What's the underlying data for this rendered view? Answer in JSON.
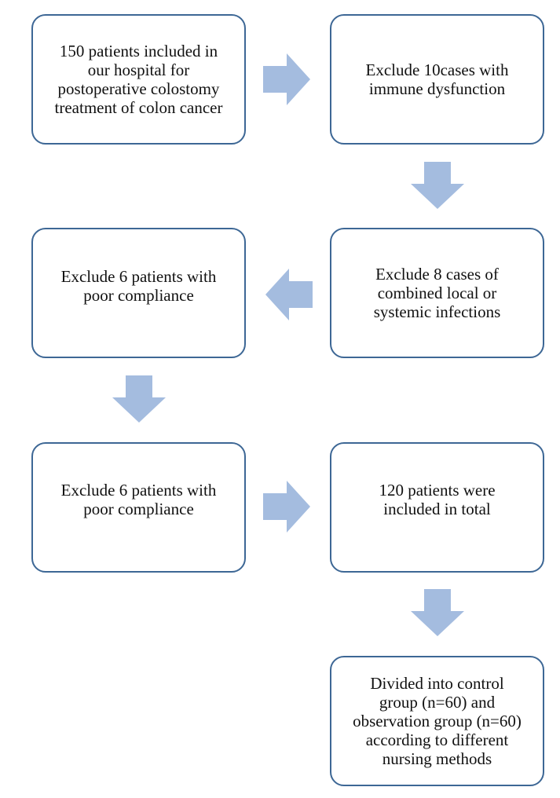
{
  "flowchart": {
    "arrow_color": "#a4bcdf",
    "border_color": "#3d6795",
    "boxes": [
      {
        "id": "initial",
        "text": "150 patients included in\nour hospital for\npostoperative colostomy\ntreatment of colon cancer"
      },
      {
        "id": "exclude-immune",
        "text": "Exclude 10cases with\nimmune dysfunction"
      },
      {
        "id": "exclude-infections",
        "text": "Exclude 8 cases of\ncombined local or\nsystemic infections"
      },
      {
        "id": "exclude-compliance-1",
        "text": "Exclude 6 patients with\npoor compliance"
      },
      {
        "id": "exclude-compliance-2",
        "text": "Exclude 6 patients with\npoor compliance"
      },
      {
        "id": "total-included",
        "text": "120 patients were\nincluded in total"
      },
      {
        "id": "divided-groups",
        "text": "Divided into control\ngroup (n=60) and\nobservation group (n=60)\naccording to different\nnursing methods"
      }
    ]
  }
}
